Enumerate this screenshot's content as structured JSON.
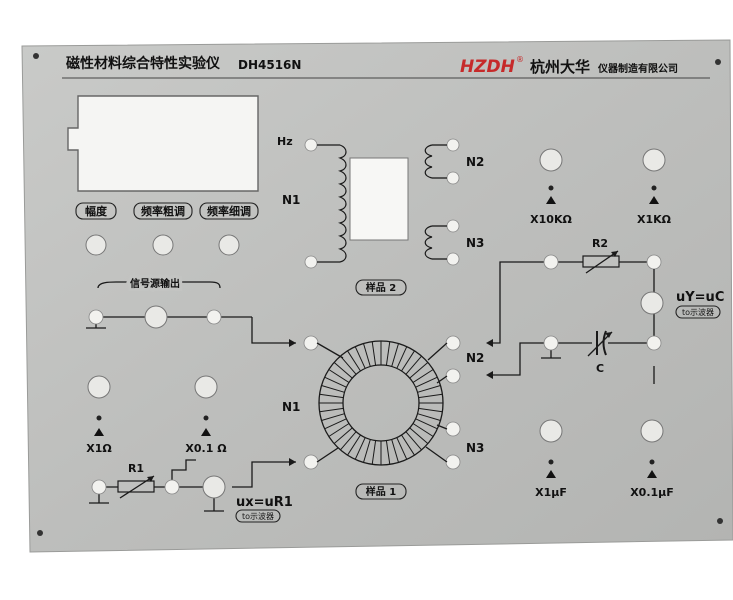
{
  "header": {
    "title": "磁性材料综合特性实验仪",
    "model": "DH4516N",
    "brand": "HZDH",
    "brand_mark": "®",
    "company_a": "杭州大华",
    "company_b": "仪器制造有限公司"
  },
  "signal_section": {
    "knob_labels": [
      "幅度",
      "频率粗调",
      "频率细调"
    ],
    "output_label": "信号源输出"
  },
  "top_sample": {
    "hz_label": "Hz",
    "n1_label": "N1",
    "n2_label": "N2",
    "n3_label": "N3",
    "sample_label": "样品 2"
  },
  "bottom_sample": {
    "n1_label": "N1",
    "n2_label": "N2",
    "n3_label": "N3",
    "sample_label": "样品 1"
  },
  "left_bottom": {
    "x1_label": "X1Ω",
    "x01_label": "X0.1 Ω",
    "r1_label": "R1",
    "ux_label": "ux=uR1",
    "to_scope": "to示波器"
  },
  "right_section": {
    "x10k_label": "X10KΩ",
    "x1k_label": "X1KΩ",
    "r2_label": "R2",
    "c_label": "C",
    "uy_label": "uY=uC",
    "to_scope": "to示波器",
    "x1uf_label": "X1μF",
    "x01uf_label": "X0.1μF"
  }
}
